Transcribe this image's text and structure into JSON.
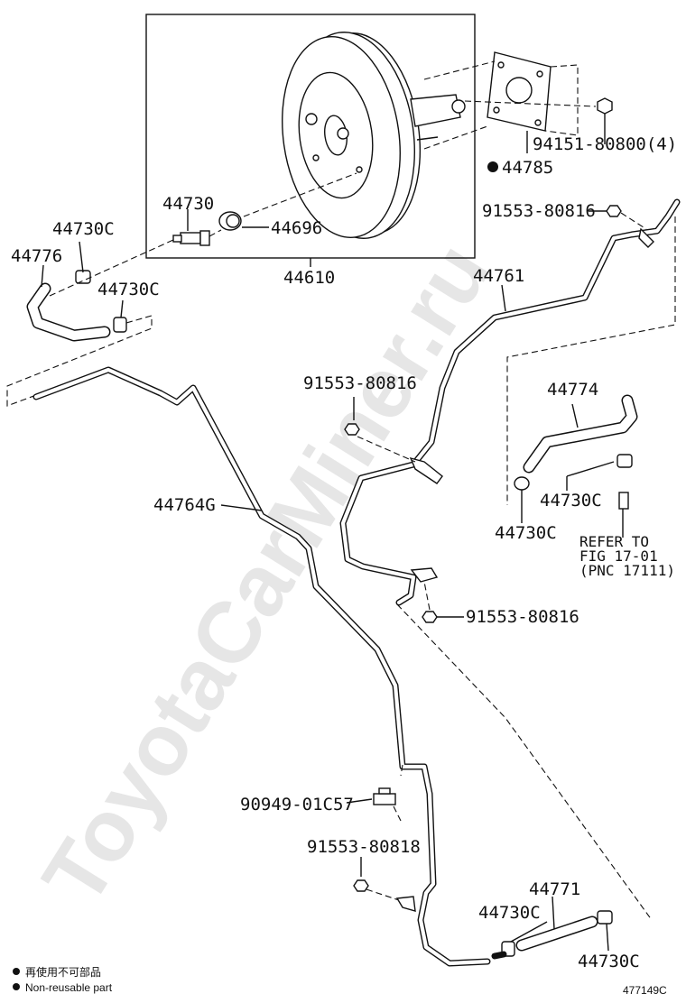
{
  "watermark": "ToyotaCarMiner.ru",
  "diagram_code": "477149C",
  "legend": {
    "line_jp": "再使用不可部品",
    "line_en": "Non-reusable part"
  },
  "parts": {
    "booster_assembly": "44610",
    "check_valve": "44730",
    "grommet": "44696",
    "gasket": "44785",
    "nut": "94151-80800(4)",
    "clamp_top": "44730C",
    "clamp_left": "44730C",
    "hose_left": "44776",
    "bolt_top_right": "91553-80816",
    "pipe_upper": "44761",
    "bolt_mid": "91553-80816",
    "hose_right": "44774",
    "clamp_right_upper": "44730C",
    "clamp_right_lower": "44730C",
    "pipe_long": "44764G",
    "bolt_lower_mid": "91553-80816",
    "clip": "90949-01C57",
    "bolt_bottom": "91553-80818",
    "hose_bottom": "44771",
    "clamp_bottom_left": "44730C",
    "clamp_bottom_right": "44730C"
  },
  "refer_note": {
    "line1": "REFER TO",
    "line2": "FIG 17-01",
    "line3": "(PNC 17111)"
  }
}
